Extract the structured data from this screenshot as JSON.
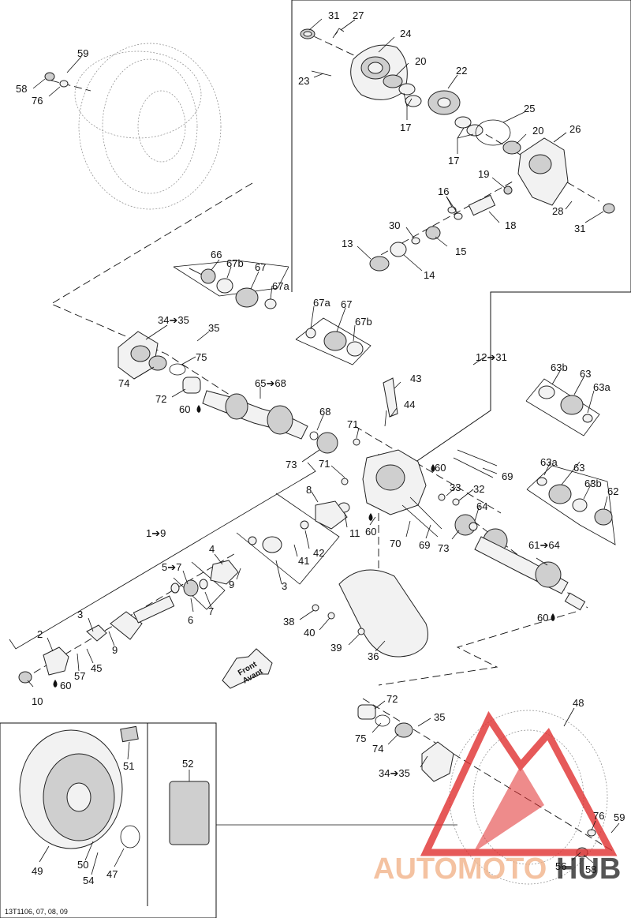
{
  "figure_code": "13T1106, 07, 08, 09",
  "front_label": [
    "Front",
    "Avant"
  ],
  "watermark": {
    "text_a": "AUTOMOTO",
    "text_b": "HUB",
    "color_a": "#f2b38a",
    "color_b": "#2b2b2b",
    "logo_color": "#e03030"
  },
  "callouts": {
    "c31a": "31",
    "c27": "27",
    "c24": "24",
    "c20a": "20",
    "c22": "22",
    "c23": "23",
    "c17a": "17",
    "c25": "25",
    "c20b": "20",
    "c26": "26",
    "c17b": "17",
    "c19": "19",
    "c16": "16",
    "c18": "18",
    "c28": "28",
    "c31b": "31",
    "c30": "30",
    "c15": "15",
    "c13": "13",
    "c14": "14",
    "c59a": "59",
    "c58a": "58",
    "c76a": "76",
    "c66": "66",
    "c67b_a": "67b",
    "c67_a": "67",
    "c67a_a": "67a",
    "c34_35a": "34➔35",
    "c35a": "35",
    "c75a": "75",
    "c74a": "74",
    "c72a": "72",
    "c60a": "60",
    "c65_68": "65➔68",
    "c67a_b": "67a",
    "c67_b": "67",
    "c67b_b": "67b",
    "c12_31": "12➔31",
    "c43": "43",
    "c44": "44",
    "c68": "68",
    "c73a": "73",
    "c71a": "71",
    "c71b": "71",
    "c60b": "60",
    "c69a": "69",
    "c63b_a": "63b",
    "c63_a": "63",
    "c63a_a": "63a",
    "c33": "33",
    "c32": "32",
    "c64": "64",
    "c8": "8",
    "c11": "11",
    "c60c": "60",
    "c70": "70",
    "c69b": "69",
    "c73b": "73",
    "c63a_b": "63a",
    "c63_b": "63",
    "c63b_b": "63b",
    "c62": "62",
    "c61_64": "61➔64",
    "c60d": "60",
    "c1_9": "1➔9",
    "c4": "4",
    "c42": "42",
    "c41": "41",
    "c3a": "3",
    "c5_7": "5➔7",
    "c9a": "9",
    "c6": "6",
    "c7": "7",
    "c3b": "3",
    "c9b": "9",
    "c2": "2",
    "c57": "57",
    "c45": "45",
    "c10": "10",
    "c60e": "60",
    "c38": "38",
    "c40": "40",
    "c39": "39",
    "c36": "36",
    "c72b": "72",
    "c35b": "35",
    "c75b": "75",
    "c74b": "74",
    "c34_35b": "34➔35",
    "c48": "48",
    "c51": "51",
    "c52": "52",
    "c49": "49",
    "c50": "50",
    "c54": "54",
    "c47": "47",
    "c56": "56",
    "c76b": "76",
    "c59b": "59",
    "c58b": "58"
  }
}
